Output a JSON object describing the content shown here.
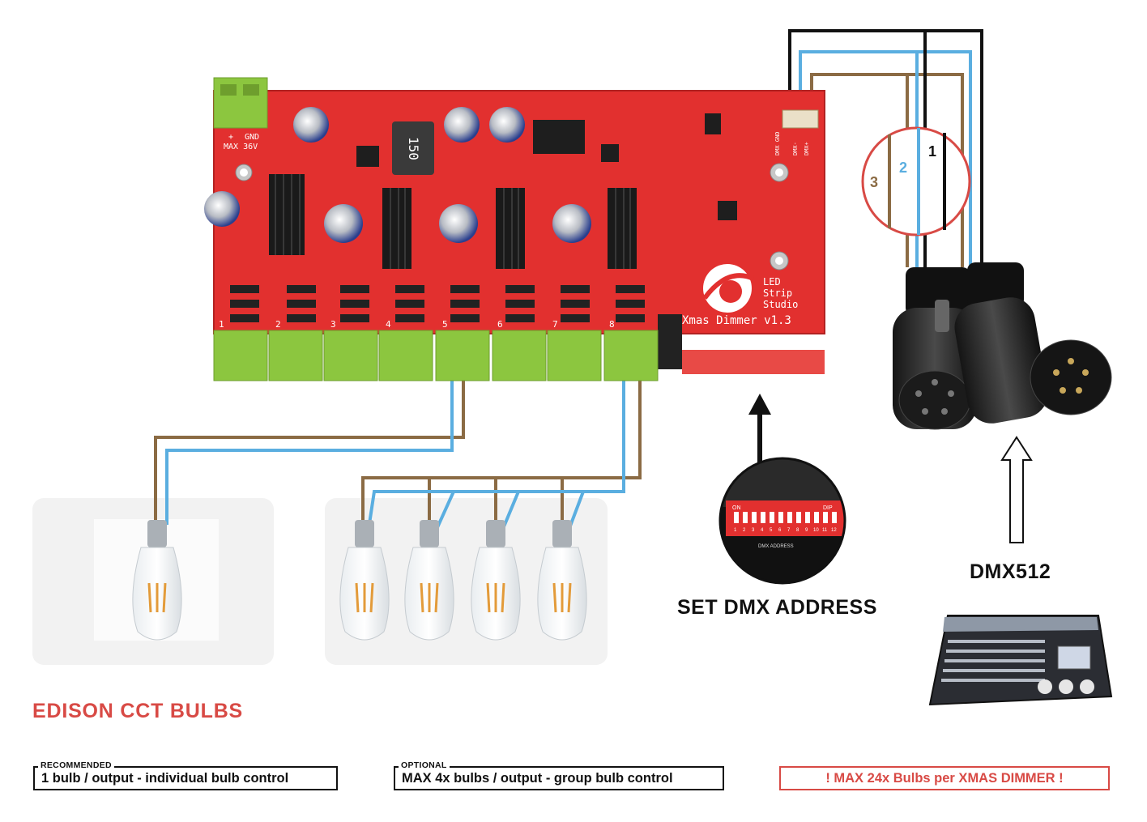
{
  "board": {
    "name_line1": "LED",
    "name_line2": "Strip",
    "name_line3": "Studio",
    "model": "Xmas Dimmer v1.3",
    "power_plus": "+",
    "power_gnd": "GND",
    "power_max": "MAX 36V",
    "inductor": "150",
    "dmx_pins": [
      "DMX GND",
      "DMX-",
      "DMX+"
    ],
    "output_numbers": [
      "1",
      "2",
      "3",
      "4",
      "5",
      "6",
      "7",
      "8"
    ]
  },
  "wire_labels": [
    "1",
    "2",
    "3"
  ],
  "dip_switch": {
    "on": "ON",
    "dip": "DIP",
    "caption": "DMX ADDRESS",
    "numbers": [
      "1",
      "2",
      "3",
      "4",
      "5",
      "6",
      "7",
      "8",
      "9",
      "10",
      "11",
      "12"
    ]
  },
  "labels": {
    "bulbs_title": "EDISON CCT BULBS",
    "set_dmx": "SET DMX ADDRESS",
    "dmx512": "DMX512"
  },
  "notes": {
    "recommended_tag": "RECOMMENDED",
    "recommended_text": "1 bulb / output - individual bulb control",
    "optional_tag": "OPTIONAL",
    "optional_text": "MAX 4x bulbs / output - group bulb control",
    "max_text": "! MAX 24x Bulbs per XMAS DIMMER !"
  },
  "colors": {
    "pcb": "#e2302f",
    "terminal": "#8cc63f",
    "wire_brown": "#8b6b44",
    "wire_blue": "#5aaee0",
    "accent_red": "#d84a45"
  }
}
